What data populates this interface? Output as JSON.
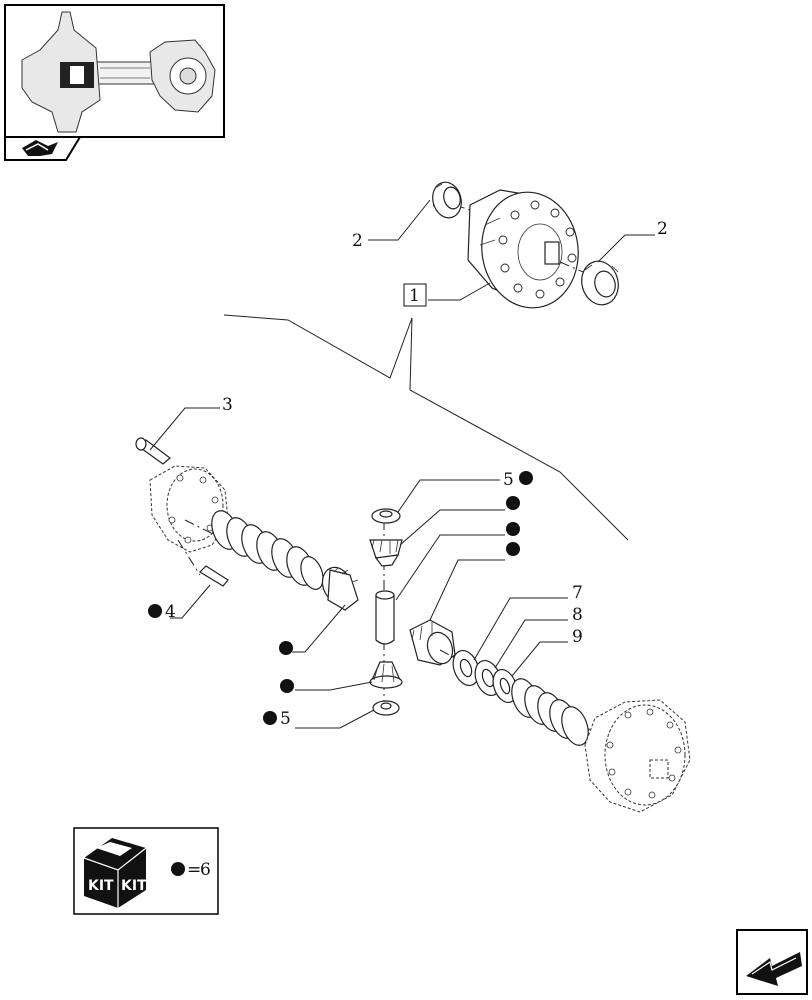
{
  "thumbnail": {
    "icon": "rear-axle-assembly-thumbnail"
  },
  "nav": {
    "prev_icon": "previous-page-arrow-icon",
    "next_icon": "next-page-arrow-icon"
  },
  "callouts": {
    "item1": "1",
    "item2_left": "2",
    "item2_right": "2",
    "item3": "3",
    "item4": "4",
    "item5_top": "5",
    "item5_bottom": "5",
    "item7": "7",
    "item8": "8",
    "item9": "9"
  },
  "kit": {
    "box_label_1": "KIT",
    "box_label_2": "KIT",
    "legend_equals": "=",
    "legend_value": "6"
  }
}
